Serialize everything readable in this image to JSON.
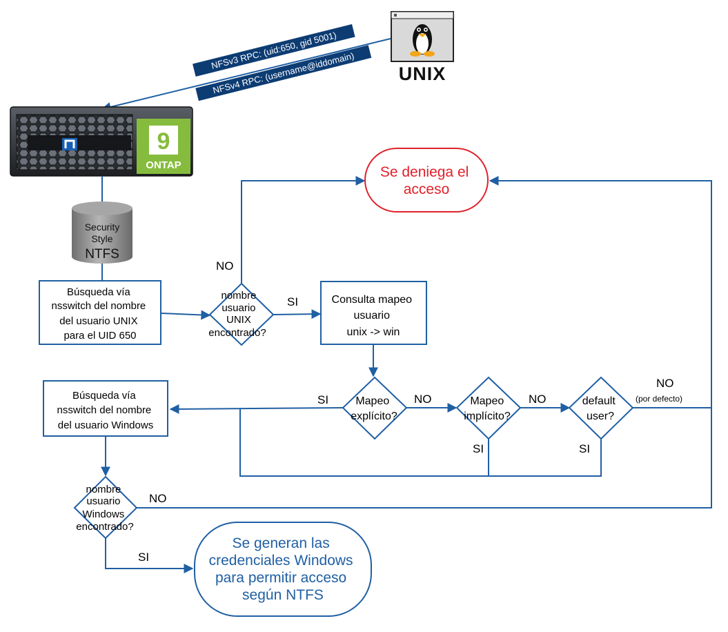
{
  "unix_client": {
    "logo_text": "UNIX",
    "icon": "linux-tux-icon"
  },
  "rpc_labels": {
    "nfsv3": "NFSv3 RPC: (uid:650, gid 5001)",
    "nfsv4": "NFSv4 RPC: (username@iddomain)"
  },
  "ontap": {
    "badge_number": "9",
    "badge_text": "ONTAP",
    "logo": "netapp-logo-icon"
  },
  "security_style": {
    "line1": "Security",
    "line2": "Style",
    "line3": "NTFS"
  },
  "nodes": {
    "lookup_unix": [
      "Búsqueda vía",
      "nsswitch del nombre",
      "del usuario UNIX",
      "para el UID 650"
    ],
    "unix_found": [
      "nombre",
      "usuario",
      "UNIX",
      "encontrado?"
    ],
    "mapping_query": [
      "Consulta mapeo",
      "usuario",
      "unix -> win"
    ],
    "deny": [
      "Se deniega el",
      "acceso"
    ],
    "explicit": [
      "Mapeo",
      "explícito?"
    ],
    "implicit": [
      "Mapeo",
      "implícito?"
    ],
    "default_user": [
      "default",
      "user?"
    ],
    "lookup_windows": [
      "Búsqueda vía",
      "nsswitch del nombre",
      "del usuario Windows"
    ],
    "windows_found": [
      "nombre",
      "usuario",
      "Windows",
      "encontrado?"
    ],
    "credentials": [
      "Se generan las",
      "credenciales Windows",
      "para permitir acceso",
      "según NTFS"
    ]
  },
  "edge_labels": {
    "no_unix": "NO",
    "si_unix": "SI",
    "si_explicit": "SI",
    "no_explicit": "NO",
    "no_implicit": "NO",
    "si_implicit": "SI",
    "si_default": "SI",
    "no_default": "NO",
    "no_default_note": "(por defecto)",
    "no_windows": "NO",
    "si_windows": "SI"
  },
  "colors": {
    "line": "#1f5fa3",
    "box_border": "#1f5fa3",
    "deny_border": "#e0202a",
    "deny_text": "#e0202a",
    "credentials_text": "#1f5fa3",
    "rpc_label_bg": "#0d3c73",
    "ontap_green": "#86bc3e",
    "cylinder": "#8c8c8c"
  }
}
